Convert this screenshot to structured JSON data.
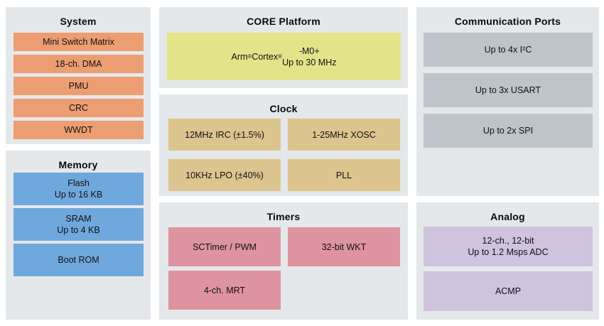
{
  "colors": {
    "page_bg": "#ffffff",
    "panel_bg": "#e5e8ea",
    "system_block": "#ed9d72",
    "memory_block": "#6fa8dc",
    "core_block": "#e3e489",
    "clock_block": "#dcc48e",
    "timers_block": "#de93a1",
    "comm_block": "#bec4ca",
    "analog_block": "#cfc3de"
  },
  "panels": {
    "system": {
      "title": "System",
      "blocks": [
        "Mini Switch Matrix",
        "18-ch. DMA",
        "PMU",
        "CRC",
        "WWDT"
      ]
    },
    "memory": {
      "title": "Memory",
      "blocks": [
        "Flash\nUp to 16 KB",
        "SRAM\nUp to 4 KB",
        "Boot ROM"
      ]
    },
    "core": {
      "title": "CORE Platform",
      "blocks": [
        "Arm® Cortex®-M0+\nUp to 30 MHz"
      ]
    },
    "clock": {
      "title": "Clock",
      "blocks": [
        "12MHz IRC (±1.5%)",
        "1-25MHz XOSC",
        "10KHz LPO (±40%)",
        "PLL"
      ]
    },
    "timers": {
      "title": "Timers",
      "blocks": [
        "SCTimer / PWM",
        "32-bit WKT",
        "4-ch. MRT"
      ]
    },
    "comm": {
      "title": "Communication Ports",
      "blocks": [
        "Up to 4x I²C",
        "Up to 3x USART",
        "Up to 2x SPI"
      ]
    },
    "analog": {
      "title": "Analog",
      "blocks": [
        "12-ch., 12-bit\nUp to 1.2 Msps ADC",
        "ACMP"
      ]
    }
  }
}
